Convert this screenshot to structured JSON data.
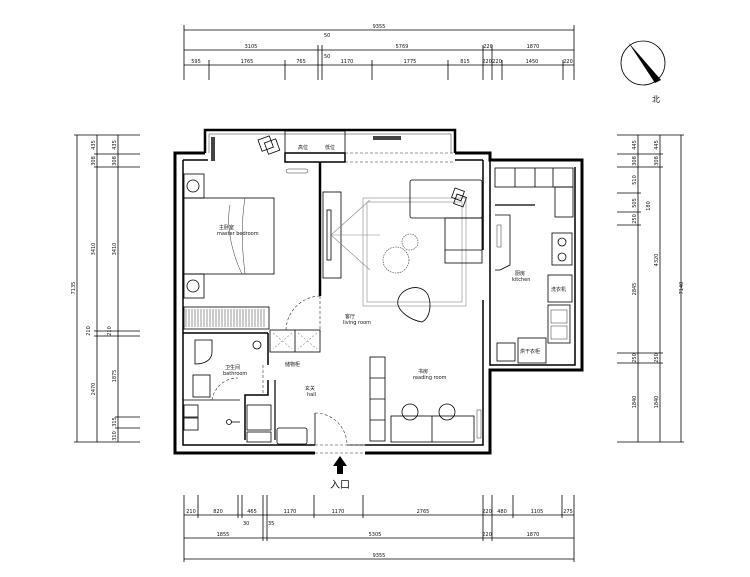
{
  "title": "Apartment floor plan",
  "north": {
    "label": "北"
  },
  "entrance": {
    "label": "入口"
  },
  "rooms": {
    "master_bedroom": {
      "cn": "主卧室",
      "en": "master bedroom"
    },
    "living_room": {
      "cn": "客厅",
      "en": "living room"
    },
    "bathroom": {
      "cn": "卫生间",
      "en": "bathroom"
    },
    "hall": {
      "cn": "玄关",
      "en": "hall"
    },
    "reading_room": {
      "cn": "书房",
      "en": "reading room"
    },
    "kitchen": {
      "cn": "厨房",
      "en": "kitchen"
    }
  },
  "fixtures": {
    "balcony_high": "高位",
    "balcony_low": "低位",
    "storage_cabinet": "储物柜",
    "washing_machine": "洗衣机",
    "dryer_cabinet": "烘干衣柜"
  },
  "dimensions": {
    "top": {
      "total": "9355",
      "row2": [
        "3105",
        "50",
        "5769",
        "220",
        "1870"
      ],
      "row3": [
        "595",
        "1765",
        "765",
        "50",
        "1170",
        "1775",
        "815",
        "220",
        "220",
        "1450",
        "220"
      ]
    },
    "bottom": {
      "row1": [
        "210",
        "820",
        "30",
        "465",
        "35",
        "1170",
        "1170",
        "2765",
        "220",
        "480",
        "1105",
        "275"
      ],
      "row2": [
        "1855",
        "5305",
        "220",
        "1870"
      ],
      "total": "9355"
    },
    "left": {
      "total": "7135",
      "col1": [
        "435",
        "308",
        "3410",
        "210",
        "2470"
      ],
      "col2": [
        "435",
        "308",
        "3410",
        "210",
        "1875",
        "315",
        "310"
      ]
    },
    "right": {
      "total": "7140",
      "col1": [
        "445",
        "308",
        "510",
        "505",
        "250",
        "2845",
        "250",
        "1840"
      ],
      "col2": [
        "445",
        "308",
        "4320",
        "250",
        "1840"
      ],
      "note": "180"
    }
  }
}
